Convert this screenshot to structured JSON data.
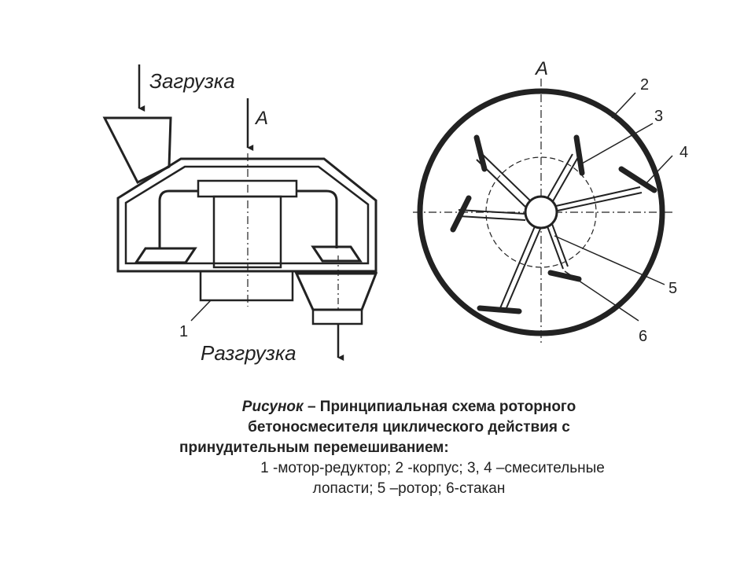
{
  "labels": {
    "loading": "Загрузка",
    "unloading": "Разгрузка",
    "section_left": "A",
    "section_right": "A",
    "num_1": "1",
    "num_2": "2",
    "num_3": "3",
    "num_4": "4",
    "num_5": "5",
    "num_6": "6"
  },
  "caption": {
    "word": "Рисунок",
    "dash": " – ",
    "title_line1": "Принципиальная схема роторного",
    "title_line2": "бетоносмесителя циклического действия с",
    "title_line3": "принудительным перемешиванием:",
    "legend_line1": "1 -мотор-редуктор; 2 -корпус; 3, 4 –смесительные",
    "legend_line2": "лопасти; 5 –ротор; 6-стакан"
  }
}
